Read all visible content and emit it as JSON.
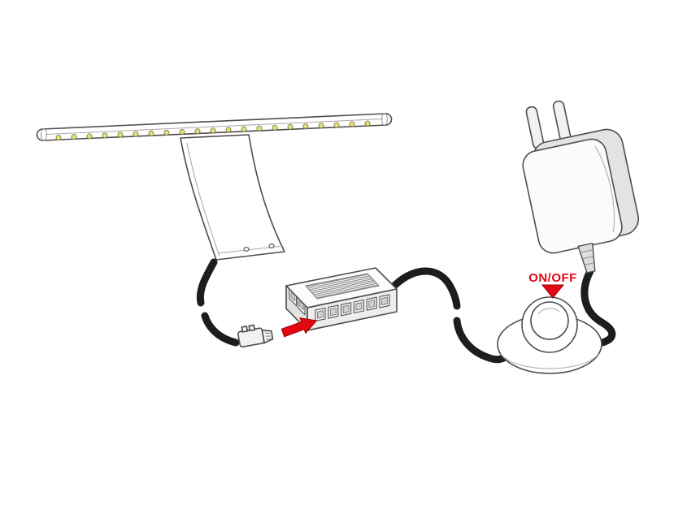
{
  "diagram": {
    "description": "led-light-installation-wiring-diagram",
    "background": "#ffffff",
    "labels": {
      "power_switch": "ON/OFF"
    },
    "colors": {
      "accent_red": "#e30613",
      "outline": "#4d4d4d",
      "cable": "#1d1d1d",
      "led_fill": "#e6e17e",
      "led_stroke": "#8a8a4a"
    },
    "components": {
      "led_bar": {
        "name": "led-light-strip",
        "led_count": 21
      },
      "bracket": {
        "name": "mounting-bracket",
        "screw_hole_count": 2
      },
      "connector": {
        "name": "cable-connector-plug"
      },
      "arrow": {
        "name": "insert-direction-arrow"
      },
      "junction_box": {
        "name": "distributor-box",
        "front_port_count": 6,
        "side_port_count": 2,
        "ridge_count": 8
      },
      "foot_switch": {
        "name": "foot-switch"
      },
      "power_adapter": {
        "name": "power-adapter-eu-plug",
        "pin_count": 2
      }
    }
  }
}
